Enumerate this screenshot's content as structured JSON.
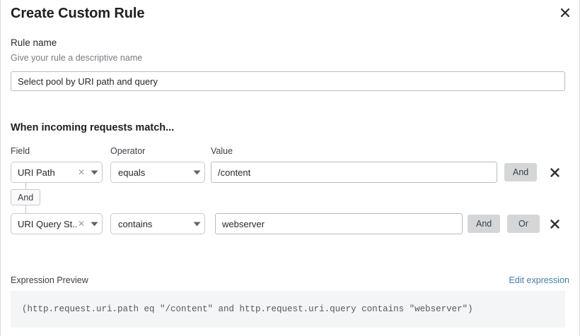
{
  "dialog": {
    "title": "Create Custom Rule",
    "close_icon": "close-icon"
  },
  "rule_name": {
    "label": "Rule name",
    "description": "Give your rule a descriptive name",
    "value": "Select pool by URI path and query"
  },
  "conditions": {
    "heading": "When incoming requests match...",
    "columns": {
      "field": "Field",
      "operator": "Operator",
      "value": "Value"
    },
    "connector": {
      "label": "And"
    },
    "rows": [
      {
        "field": "URI Path",
        "operator": "equals",
        "value": "/content",
        "and_label": "And",
        "clear_icon": "clear-icon",
        "caret_icon": "chevron-down-icon",
        "delete_icon": "delete-icon"
      },
      {
        "field": "URI Query St...",
        "operator": "contains",
        "value": "webserver",
        "and_label": "And",
        "or_label": "Or",
        "clear_icon": "clear-icon",
        "caret_icon": "chevron-down-icon",
        "delete_icon": "delete-icon"
      }
    ]
  },
  "expression_preview": {
    "label": "Expression Preview",
    "edit_link": "Edit expression",
    "expression": "(http.request.uri.path eq \"/content\" and http.request.uri.query contains \"webserver\")"
  },
  "colors": {
    "link": "#3e7fae",
    "button_grey": "#d4d6d8",
    "code_bg": "#f4f5f6"
  }
}
